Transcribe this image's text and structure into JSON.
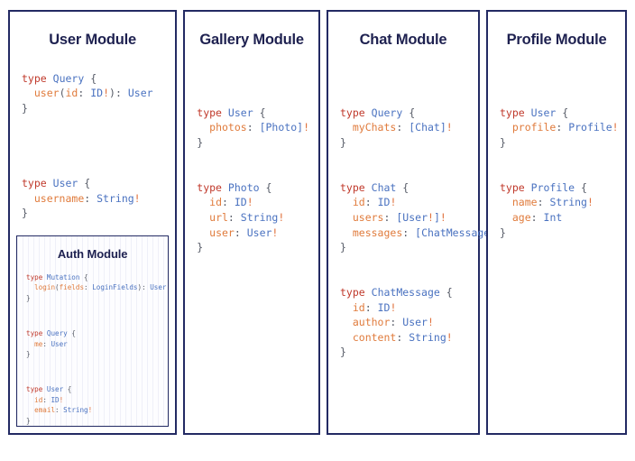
{
  "diagram": {
    "type": "graphql-schema-module-cards",
    "title_color": "#1e2150",
    "border_color": "#232a63",
    "background": "#ffffff",
    "syntax_colors": {
      "keyword": "#c0392b",
      "type": "#4a72c0",
      "field": "#e07b3c",
      "punctuation": "#555a66",
      "non_null_bang": "#e0713c",
      "bracket": "#4a72c0"
    }
  },
  "modules": [
    {
      "id": "user",
      "title": "User Module",
      "code": [
        "type Query {",
        "  user(id: ID!): User",
        "}",
        "",
        "",
        "type User {",
        "  username: String!",
        "}"
      ],
      "nested": {
        "id": "auth",
        "title": "Auth Module",
        "code": [
          "type Mutation {",
          "  login(fields: LoginFields): User",
          "}",
          "",
          "type Query {",
          "  me: User",
          "}",
          "",
          "type User {",
          "  id: ID!",
          "  email: String!",
          "}"
        ]
      }
    },
    {
      "id": "gallery",
      "title": "Gallery Module",
      "code": [
        "type User {",
        "  photos: [Photo]!",
        "}",
        "",
        "type Photo {",
        "  id: ID!",
        "  url: String!",
        "  user: User!",
        "}"
      ]
    },
    {
      "id": "chat",
      "title": "Chat Module",
      "code": [
        "type Query {",
        "  myChats: [Chat]!",
        "}",
        "",
        "type Chat {",
        "  id: ID!",
        "  users: [User!]!",
        "  messages: [ChatMessage]!",
        "}",
        "",
        "type ChatMessage {",
        "  id: ID!",
        "  author: User!",
        "  content: String!",
        "}"
      ]
    },
    {
      "id": "profile",
      "title": "Profile Module",
      "code": [
        "type User {",
        "  profile: Profile!",
        "}",
        "",
        "type Profile {",
        "  name: String!",
        "  age: Int",
        "}"
      ]
    }
  ]
}
